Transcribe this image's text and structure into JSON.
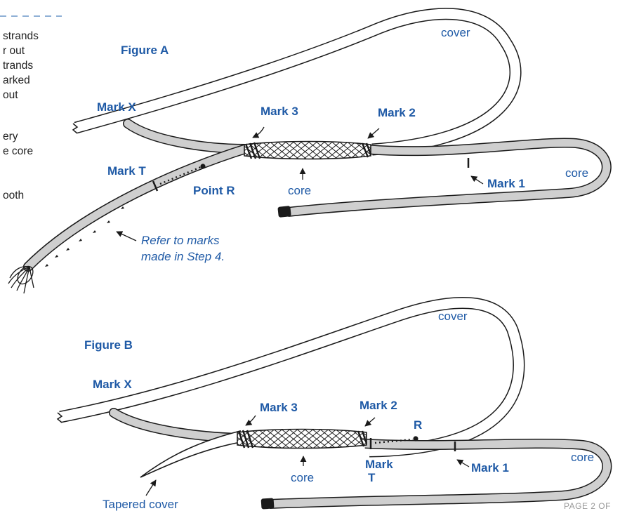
{
  "colors": {
    "label": "#1f5aa6",
    "core": "#cfcfcf",
    "outline": "#1a1a1a",
    "text": "#222222",
    "dash": "#8fb0d6"
  },
  "side_text": [
    "strands",
    "r out",
    "trands",
    "arked",
    "out",
    "ery",
    "e core",
    "ooth"
  ],
  "figure_a": {
    "title": "Figure A",
    "cover": "cover",
    "core_right": "core",
    "core_center": "core",
    "mark_x": "Mark X",
    "mark_3": "Mark 3",
    "mark_2": "Mark 2",
    "mark_1": "Mark 1",
    "mark_t": "Mark T",
    "point_r": "Point R",
    "note_line1": "Refer to marks",
    "note_line2": "made in Step 4."
  },
  "figure_b": {
    "title": "Figure B",
    "cover": "cover",
    "core_right": "core",
    "core_center": "core",
    "mark_x": "Mark X",
    "mark_3": "Mark 3",
    "mark_2": "Mark 2",
    "mark_1": "Mark 1",
    "point_r": "R",
    "mark_t_line1": "Mark",
    "mark_t_line2": "T",
    "tapered": "Tapered cover"
  },
  "page_label": "PAGE 2 OF"
}
